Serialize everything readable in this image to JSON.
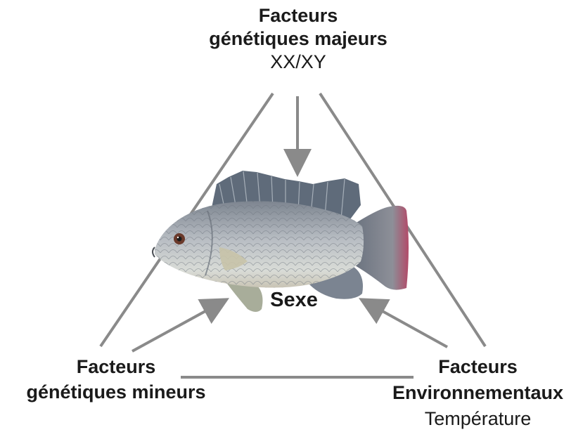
{
  "top_node": {
    "line1": "Facteurs",
    "line2": "génétiques majeurs",
    "sub": "XX/XY"
  },
  "left_node": {
    "line1": "Facteurs",
    "line2": "génétiques mineurs"
  },
  "right_node": {
    "line1": "Facteurs",
    "line2": "Environnementaux",
    "sub": "Température"
  },
  "center": {
    "label": "Sexe"
  },
  "illustration": {
    "subject": "tilapia-fish"
  },
  "colors": {
    "line": "#8a8a8a",
    "text": "#1a1a1a"
  }
}
